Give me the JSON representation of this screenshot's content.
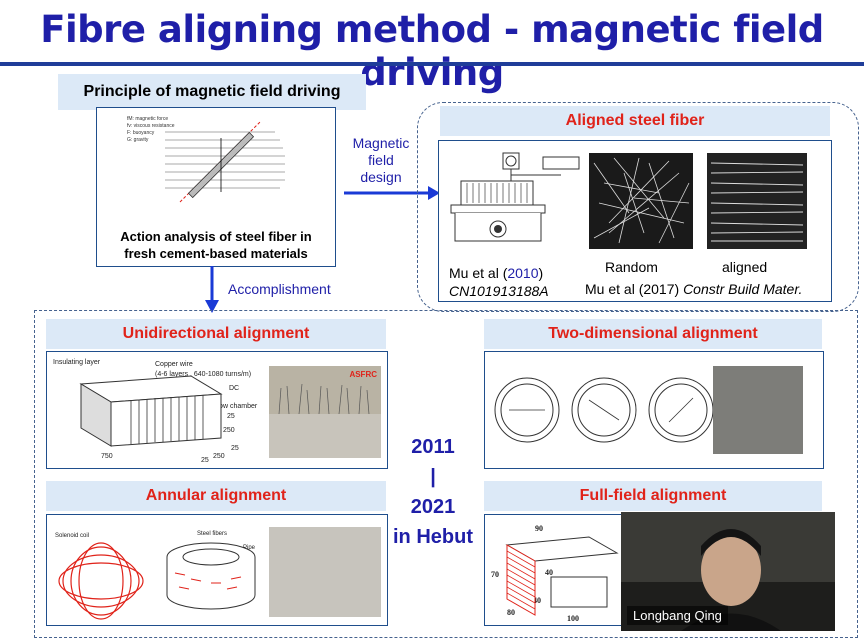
{
  "slide": {
    "title": "Fibre aligning method - magnetic field driving",
    "principle": {
      "header": "Principle of magnetic field driving",
      "caption_line1": "Action analysis of steel fiber in",
      "caption_line2": "fresh cement-based materials",
      "legend": [
        "fM: magnetic force",
        "fv: viscous resistance",
        "F: buoyancy",
        "G: gravity"
      ]
    },
    "arrow_magnetic_label": [
      "Magnetic",
      "field",
      "design"
    ],
    "arrow_accomplishment_label": "Accomplishment",
    "aligned": {
      "header": "Aligned steel fiber",
      "ref1_prefix": "Mu et al (",
      "ref1_year": "2010",
      "ref1_suffix": ")",
      "patent": "CN101913188A",
      "random_label": "Random",
      "aligned_label": "aligned",
      "ref2": "Mu et al (2017)",
      "journal": "Constr Build Mater."
    },
    "unidirectional": {
      "header": "Unidirectional alignment",
      "labels": [
        "Insulating layer",
        "Copper wire",
        "(4-6 layers , 640-1080 turns/m)",
        "DC",
        "Hollow chamber",
        "25",
        "250",
        "750",
        "25",
        "250",
        "25",
        "ASFRC"
      ]
    },
    "two_dimensional": {
      "header": "Two-dimensional alignment"
    },
    "annular": {
      "header": "Annular alignment",
      "labels": [
        "Solenoid coil",
        "Steel fibers",
        "Pipe"
      ]
    },
    "full_field": {
      "header": "Full-field alignment",
      "labels": [
        "90",
        "70",
        "40",
        "40",
        "80",
        "100"
      ]
    },
    "timeline": {
      "start": "2011",
      "sep": "|",
      "end": "2021",
      "place": "in Hebut"
    },
    "video": {
      "name": "Longbang Qing"
    }
  },
  "colors": {
    "title": "#1f1fa8",
    "header_red": "#e0231a",
    "header_bg": "#dce9f7",
    "arrow": "#1a3ad6"
  }
}
